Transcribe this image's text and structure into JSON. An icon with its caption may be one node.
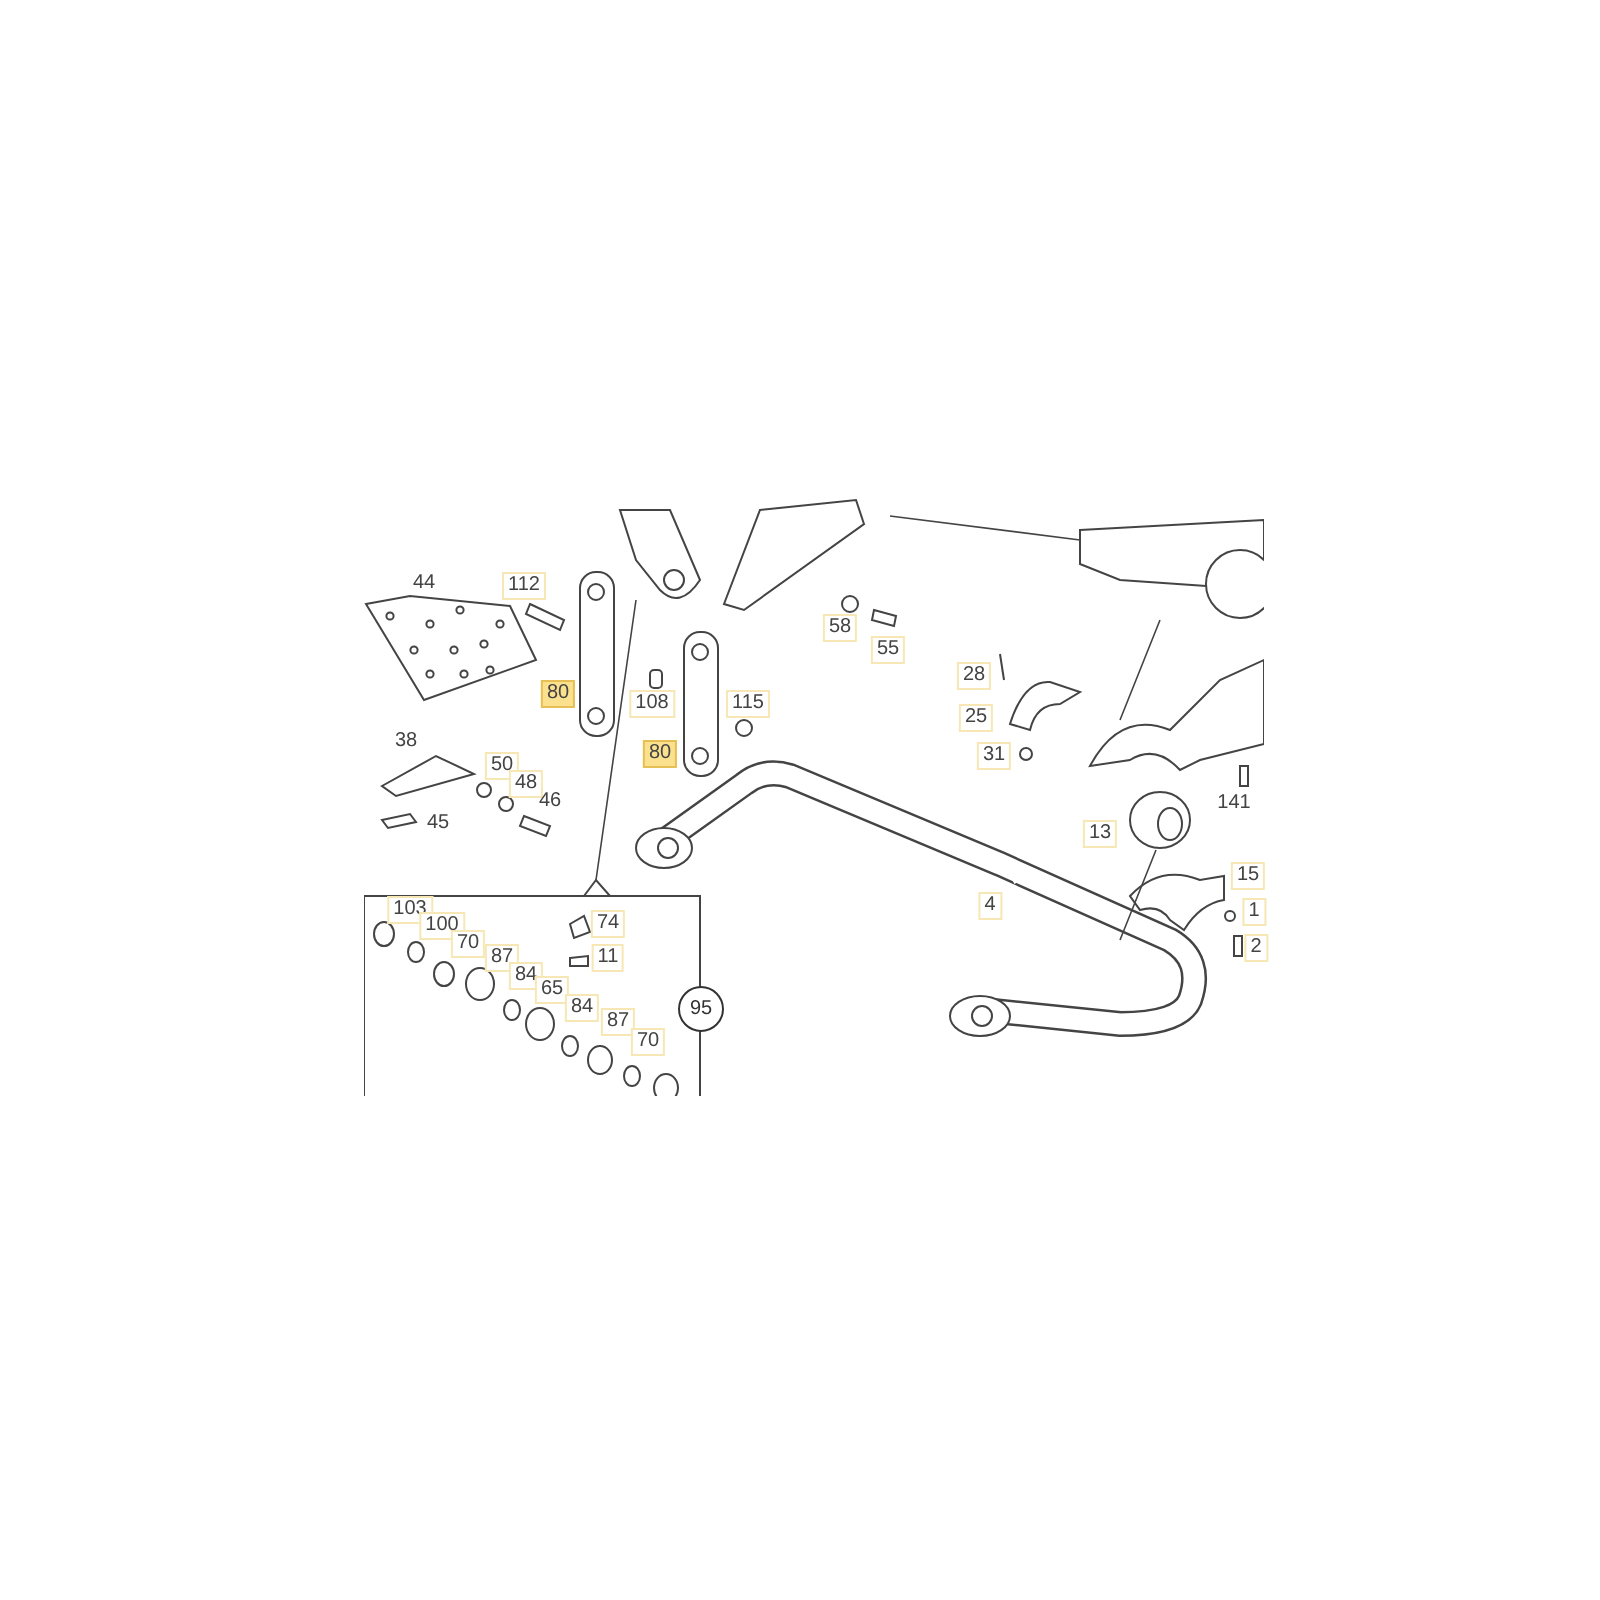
{
  "diagram": {
    "nodes": [
      {
        "text": [
          "95"
        ]
      }
    ],
    "labels": [
      "44",
      "112",
      "80",
      "108",
      "115",
      "80",
      "58",
      "55",
      "28",
      "25",
      "31",
      "38",
      "50",
      "48",
      "46",
      "45",
      "141",
      "13",
      "15",
      "4",
      "1",
      "103",
      "74",
      "100",
      "70",
      "11",
      "87",
      "84",
      "65",
      "84",
      "87",
      "70",
      "2"
    ]
  }
}
